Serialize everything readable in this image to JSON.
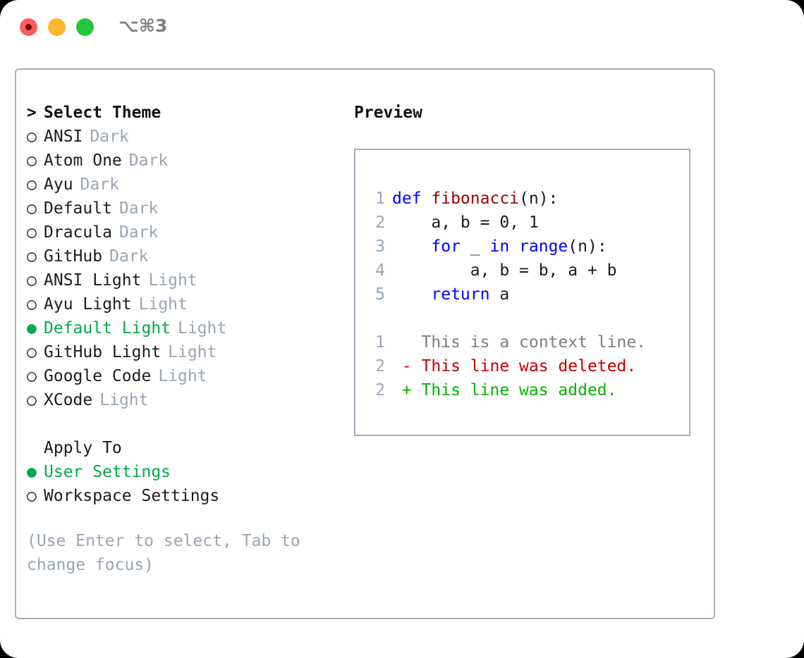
{
  "titlebar": {
    "shortcut": "⌥⌘3",
    "lights": [
      {
        "name": "close",
        "color": "#fc5c5c"
      },
      {
        "name": "minimize",
        "color": "#fdb72a"
      },
      {
        "name": "maximize",
        "color": "#23c637"
      }
    ]
  },
  "theme_picker": {
    "marker": ">",
    "heading": "Select Theme",
    "bullet_off": "○",
    "bullet_on": "●",
    "items": [
      {
        "label": "ANSI",
        "tag": "Dark",
        "selected": false
      },
      {
        "label": "Atom One",
        "tag": "Dark",
        "selected": false
      },
      {
        "label": "Ayu",
        "tag": "Dark",
        "selected": false
      },
      {
        "label": "Default",
        "tag": "Dark",
        "selected": false
      },
      {
        "label": "Dracula",
        "tag": "Dark",
        "selected": false
      },
      {
        "label": "GitHub",
        "tag": "Dark",
        "selected": false
      },
      {
        "label": "ANSI Light",
        "tag": "Light",
        "selected": false
      },
      {
        "label": "Ayu Light",
        "tag": "Light",
        "selected": false
      },
      {
        "label": "Default Light",
        "tag": "Light",
        "selected": true
      },
      {
        "label": "GitHub Light",
        "tag": "Light",
        "selected": false
      },
      {
        "label": "Google Code",
        "tag": "Light",
        "selected": false
      },
      {
        "label": "XCode",
        "tag": "Light",
        "selected": false
      }
    ]
  },
  "apply_to": {
    "heading": "Apply To",
    "items": [
      {
        "label": "User Settings",
        "selected": true
      },
      {
        "label": "Workspace Settings",
        "selected": false
      }
    ]
  },
  "hint": "(Use Enter to select, Tab to change focus)",
  "preview": {
    "title": "Preview",
    "code_lines": [
      {
        "no": "1",
        "tokens": [
          {
            "t": "def ",
            "c": "kw"
          },
          {
            "t": "fibonacci",
            "c": "fn"
          },
          {
            "t": "(n):",
            "c": "txt"
          }
        ]
      },
      {
        "no": "2",
        "tokens": [
          {
            "t": "    a, b = 0, 1",
            "c": "txt"
          }
        ]
      },
      {
        "no": "3",
        "tokens": [
          {
            "t": "    ",
            "c": "txt"
          },
          {
            "t": "for",
            "c": "kw"
          },
          {
            "t": " _ ",
            "c": "txt"
          },
          {
            "t": "in",
            "c": "kw"
          },
          {
            "t": " ",
            "c": "txt"
          },
          {
            "t": "range",
            "c": "kw"
          },
          {
            "t": "(n):",
            "c": "txt"
          }
        ]
      },
      {
        "no": "4",
        "tokens": [
          {
            "t": "        a, b = b, a + b",
            "c": "txt"
          }
        ]
      },
      {
        "no": "5",
        "tokens": [
          {
            "t": "    ",
            "c": "txt"
          },
          {
            "t": "return",
            "c": "kw"
          },
          {
            "t": " a",
            "c": "txt"
          }
        ]
      }
    ],
    "diff_lines": [
      {
        "no": "1",
        "tokens": [
          {
            "t": "   This is a context line.",
            "c": "ctx"
          }
        ]
      },
      {
        "no": "2",
        "tokens": [
          {
            "t": " - This line was deleted.",
            "c": "del"
          }
        ]
      },
      {
        "no": "2",
        "tokens": [
          {
            "t": " + This line was added.",
            "c": "add"
          }
        ]
      }
    ]
  },
  "colors": {
    "accent_green": "#06a84a",
    "keyword_blue": "#0000ff",
    "function_red": "#9c0000",
    "diff_deleted": "#c40000",
    "diff_added": "#00b300",
    "muted_gray": "#9aa5b1",
    "border": "#a5aeba"
  }
}
